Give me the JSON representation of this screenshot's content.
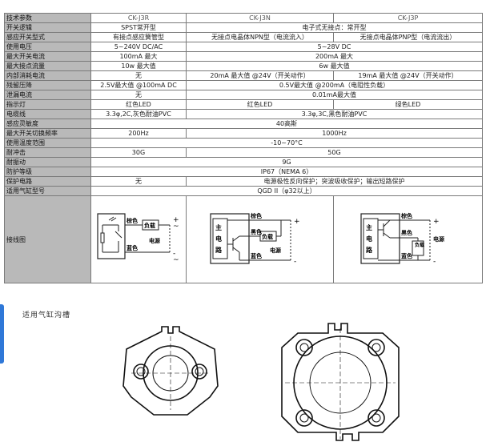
{
  "table": {
    "header": {
      "label": "技术参数",
      "cols": [
        "CK-J3R",
        "CK-J3N",
        "CK-J3P"
      ]
    },
    "rows": {
      "switch_logic": {
        "label": "开关逻辑",
        "r": "SPST常开型",
        "np": "电子式无接点：常开型"
      },
      "sensor_type": {
        "label": "感应开关型式",
        "r": "有接点感应簧管型",
        "n": "无接点电晶体NPN型（电流流入）",
        "p": "无接点电晶体PNP型（电流流出）"
      },
      "voltage": {
        "label": "使用电压",
        "r": "5~240V DC/AC",
        "np": "5~28V DC"
      },
      "max_current": {
        "label": "最大开关电流",
        "r": "100mA 最大",
        "np": "200mA 最大"
      },
      "max_contact": {
        "label": "最大接点流量",
        "r": "10w 最大值",
        "np": "6w 最大值"
      },
      "internal_current": {
        "label": "内部消耗电流",
        "r": "无",
        "n": "20mA 最大值 @24V（开关动作）",
        "p": "19mA 最大值 @24V（开关动作）"
      },
      "residual_voltage": {
        "label": "残留压降",
        "r": "2.5V最大值 @100mA DC",
        "np": "0.5V最大值 @200mA（电阻性负载）"
      },
      "leakage": {
        "label": "泄漏电流",
        "r": "无",
        "np": "0.01mA最大值"
      },
      "indicator": {
        "label": "指示灯",
        "r": "红色LED",
        "n": "红色LED",
        "p": "绿色LED"
      },
      "cable": {
        "label": "电缆线",
        "r": "3.3φ,2C,灰色耐油PVC",
        "np": "3.3φ,3C,黑色耐油PVC"
      },
      "sensitivity": {
        "label": "感应灵敏度",
        "all": "40高斯"
      },
      "frequency": {
        "label": "最大开关切换频率",
        "r": "200Hz",
        "np": "1000Hz"
      },
      "temperature": {
        "label": "使用温度范围",
        "all": "-10~70°C"
      },
      "shock": {
        "label": "耐冲击",
        "r": "30G",
        "np": "50G"
      },
      "vibration": {
        "label": "耐振动",
        "all": "9G"
      },
      "protection_class": {
        "label": "防护等级",
        "all": "IP67（NEMA 6）"
      },
      "protection_circuit": {
        "label": "保护电路",
        "r": "无",
        "np": "电源极性反向保护；突波吸收保护；输出短路保护"
      },
      "cylinder": {
        "label": "适用气缸型号",
        "all": "QGD II（φ32以上）"
      },
      "wiring": {
        "label": "接线图"
      }
    }
  },
  "diagrams": {
    "brown": "棕色",
    "blue": "蓝色",
    "black": "黑色",
    "load": "负载",
    "power": "电源",
    "main_circuit": [
      "主",
      "电",
      "路"
    ],
    "plus": "+",
    "minus": "-",
    "tilde": "~"
  },
  "caption": "适用气缸沟槽",
  "colors": {
    "label_bg": "#b9b9b9",
    "border": "#7a7a7a",
    "tab_accent": "#2f78d8"
  }
}
